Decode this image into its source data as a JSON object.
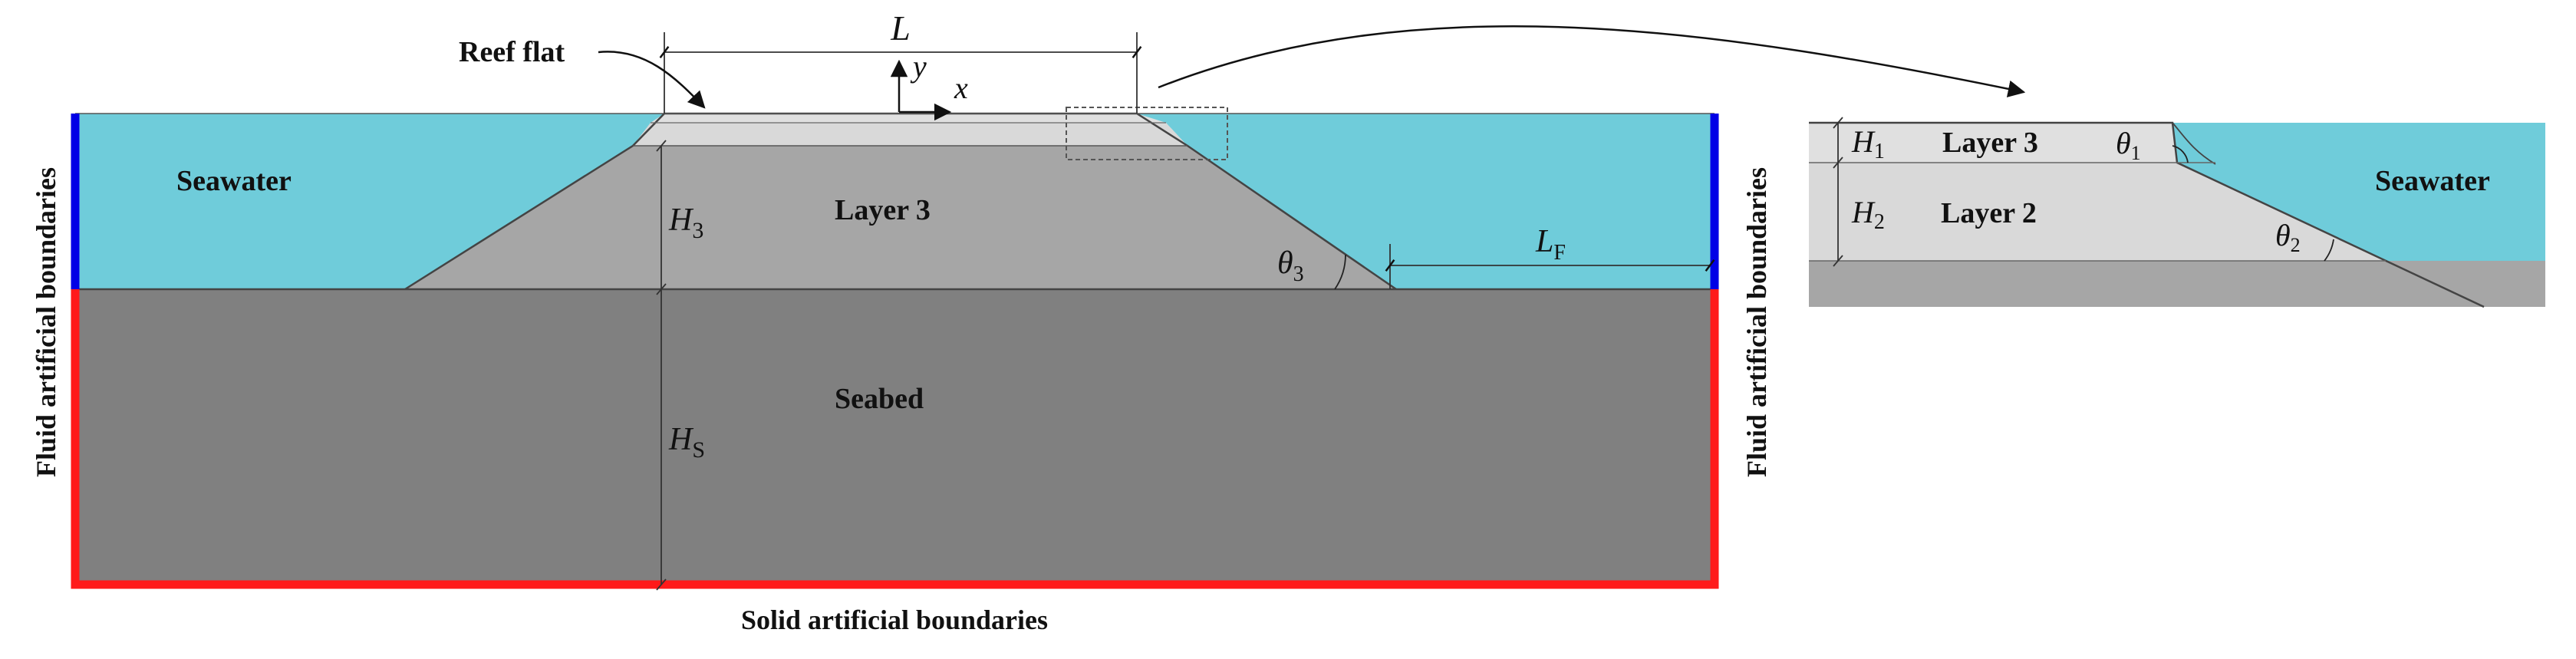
{
  "colors": {
    "seawater": "#6FCCDA",
    "seabed": "#808080",
    "layer3": "#A6A6A6",
    "layer2": "#D9D9D9",
    "reef_flat": "#E0E0E0",
    "fluid_boundary": "#0000E6",
    "solid_boundary": "#FF1A1A",
    "line": "#222222"
  },
  "main": {
    "reef_flat_label": "Reef flat",
    "seawater_label": "Seawater",
    "layer3_label": "Layer 3",
    "seabed_label": "Seabed",
    "L_label": "L",
    "y_label": "y",
    "x_label": "x",
    "H3": {
      "base": "H",
      "sub": "3"
    },
    "HS": {
      "base": "H",
      "sub": "S"
    },
    "theta3": {
      "base": "θ",
      "sub": "3"
    },
    "LF": {
      "base": "L",
      "sub": "F"
    }
  },
  "boundaries": {
    "fluid_left": "Fluid artificial boundaries",
    "fluid_right": "Fluid artificial boundaries",
    "solid_bottom": "Solid artificial boundaries"
  },
  "inset": {
    "H1": {
      "base": "H",
      "sub": "1"
    },
    "H2": {
      "base": "H",
      "sub": "2"
    },
    "layer3_label": "Layer 3",
    "layer2_label": "Layer 2",
    "seawater_label": "Seawater",
    "theta1": {
      "base": "θ",
      "sub": "1"
    },
    "theta2": {
      "base": "θ",
      "sub": "2"
    }
  }
}
